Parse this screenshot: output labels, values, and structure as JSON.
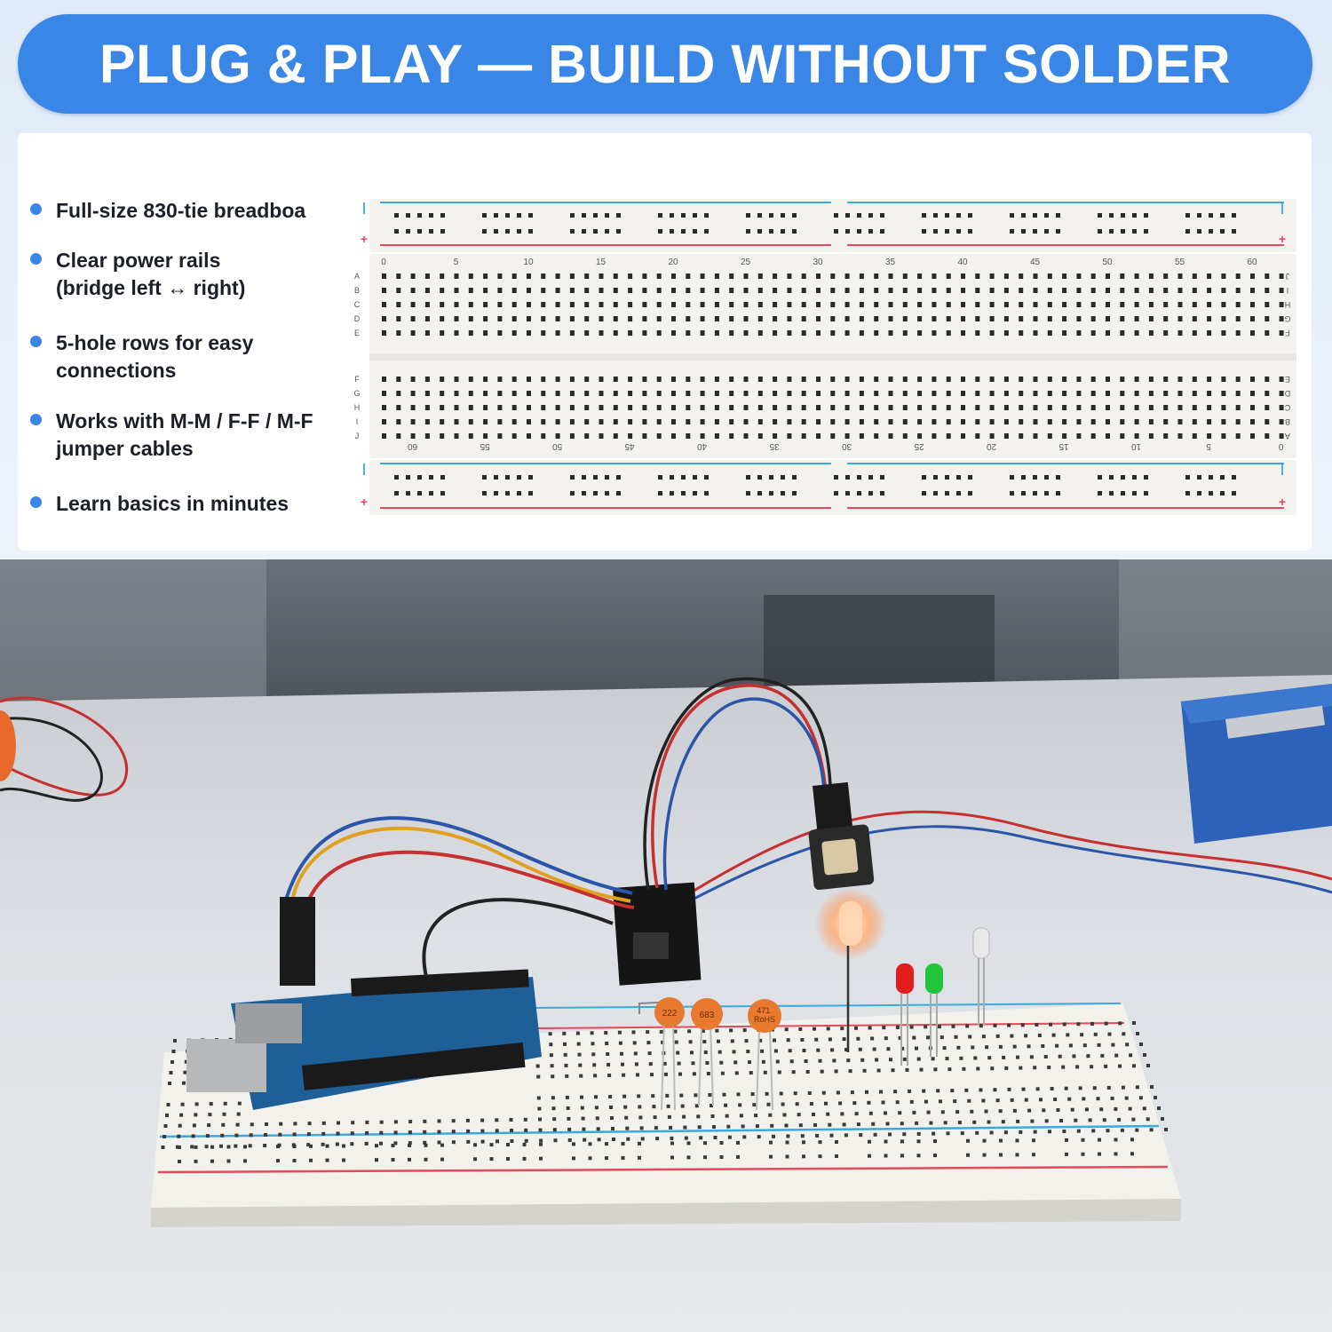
{
  "banner": {
    "title": "PLUG & PLAY — BUILD WITHOUT SOLDER"
  },
  "features": [
    "Full-size 830-tie breadboa",
    "Clear power rails\n(bridge left ↔ right)",
    "5-hole rows for easy\nconnections",
    "Works with M-M / F-F / M-F\njumper cables",
    "Learn basics in minutes"
  ],
  "breadboard": {
    "column_numbers": [
      "0",
      "5",
      "10",
      "15",
      "20",
      "25",
      "30",
      "35",
      "40",
      "45",
      "50",
      "55",
      "60"
    ],
    "row_letters_top": [
      "A",
      "B",
      "C",
      "D",
      "E"
    ],
    "row_letters_bottom": [
      "F",
      "G",
      "H",
      "I",
      "J"
    ],
    "rail_plus": "+",
    "rail_minus": "|",
    "colors": {
      "rail_blue": "#3aa9df",
      "rail_red": "#e44a5a",
      "hole": "#2a2a2a",
      "board": "#f3f2ee"
    }
  },
  "photo": {
    "capacitor_labels": [
      "222",
      "683",
      "471\nRoHS"
    ],
    "colors": {
      "desk": "#dcdfe3",
      "wall": "#5a6068",
      "pcb_blue": "#1f5f98",
      "box_blue": "#2d62b8"
    }
  }
}
